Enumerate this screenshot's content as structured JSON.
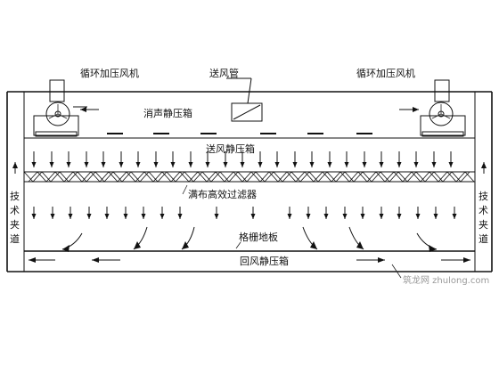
{
  "labels": {
    "circ_fan_left": "循环加压风机",
    "circ_fan_right": "循环加压风机",
    "supply_duct": "送风管",
    "silencer_box": "消声静压箱",
    "supply_box": "送风静压箱",
    "hepa_filter": "满布高效过滤器",
    "grating_floor": "格栅地板",
    "return_box": "回风静压箱",
    "tech_corridor_left": [
      "技",
      "术",
      "夹",
      "道"
    ],
    "tech_corridor_right": [
      "技",
      "术",
      "夹",
      "道"
    ]
  },
  "watermark": "筑龙网 zhulong.com",
  "colors": {
    "line": "#111111",
    "background": "#ffffff",
    "watermark": "#9a9a9a"
  },
  "icons": [
    "fan-icon",
    "arrow-down-icon",
    "arrow-left-icon",
    "arrow-right-icon",
    "arrow-up-icon"
  ]
}
